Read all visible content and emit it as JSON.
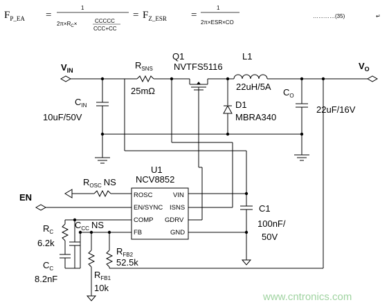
{
  "equation": {
    "lhs": "F",
    "lhs_sub": "P_EA",
    "eq1": "=",
    "frac1_num": "1",
    "frac1_den_prefix": "2π×R",
    "frac1_den_rc_sub": "C",
    "frac1_inner_times": "×",
    "frac1_inner_num": "CCCCC",
    "frac1_inner_den": "CCC+CC",
    "eq2": "=",
    "rhs": "F",
    "rhs_sub": "Z_ESR",
    "eq3": "=",
    "frac2_num": "1",
    "frac2_den": "2π×ESR×CO",
    "number": "…………(35)",
    "return_mark": "↵"
  },
  "schematic": {
    "vin_label": "V",
    "vin_sub": "IN",
    "vo_label": "V",
    "vo_sub": "O",
    "rsns_label": "R",
    "rsns_sub": "SNS",
    "rsns_value": "25mΩ",
    "q1_ref": "Q1",
    "q1_part": "NVTFS5116",
    "l1_ref": "L1",
    "l1_value": "22uH/5A",
    "cin_label": "C",
    "cin_sub": "IN",
    "cin_value": "10uF/50V",
    "d1_ref": "D1",
    "d1_part": "MBRA340",
    "co_label": "C",
    "co_sub": "O",
    "co_value": "22uF/16V",
    "u1_ref": "U1",
    "u1_part": "NCV8852",
    "rosc_label": "R",
    "rosc_sub": "OSC",
    "rosc_value": "NS",
    "en_label": "EN",
    "pins_left": [
      "ROSC",
      "EN/SYNC",
      "COMP",
      "FB"
    ],
    "pins_right": [
      "VIN",
      "ISNS",
      "GDRV",
      "GND"
    ],
    "c1_ref": "C1",
    "c1_value_line1": "100nF/",
    "c1_value_line2": "50V",
    "rc_label": "R",
    "rc_sub": "C",
    "rc_value": "6.2k",
    "ccc_label": "C",
    "ccc_sub": "CC",
    "ccc_value": "NS",
    "cc_label": "C",
    "cc_sub": "C",
    "cc_value": "8.2nF",
    "rfb2_label": "R",
    "rfb2_sub": "FB2",
    "rfb2_value": "52.5k",
    "rfb1_label": "R",
    "rfb1_sub": "FB1",
    "rfb1_value": "10k",
    "watermark": "www.cntronics.com"
  }
}
